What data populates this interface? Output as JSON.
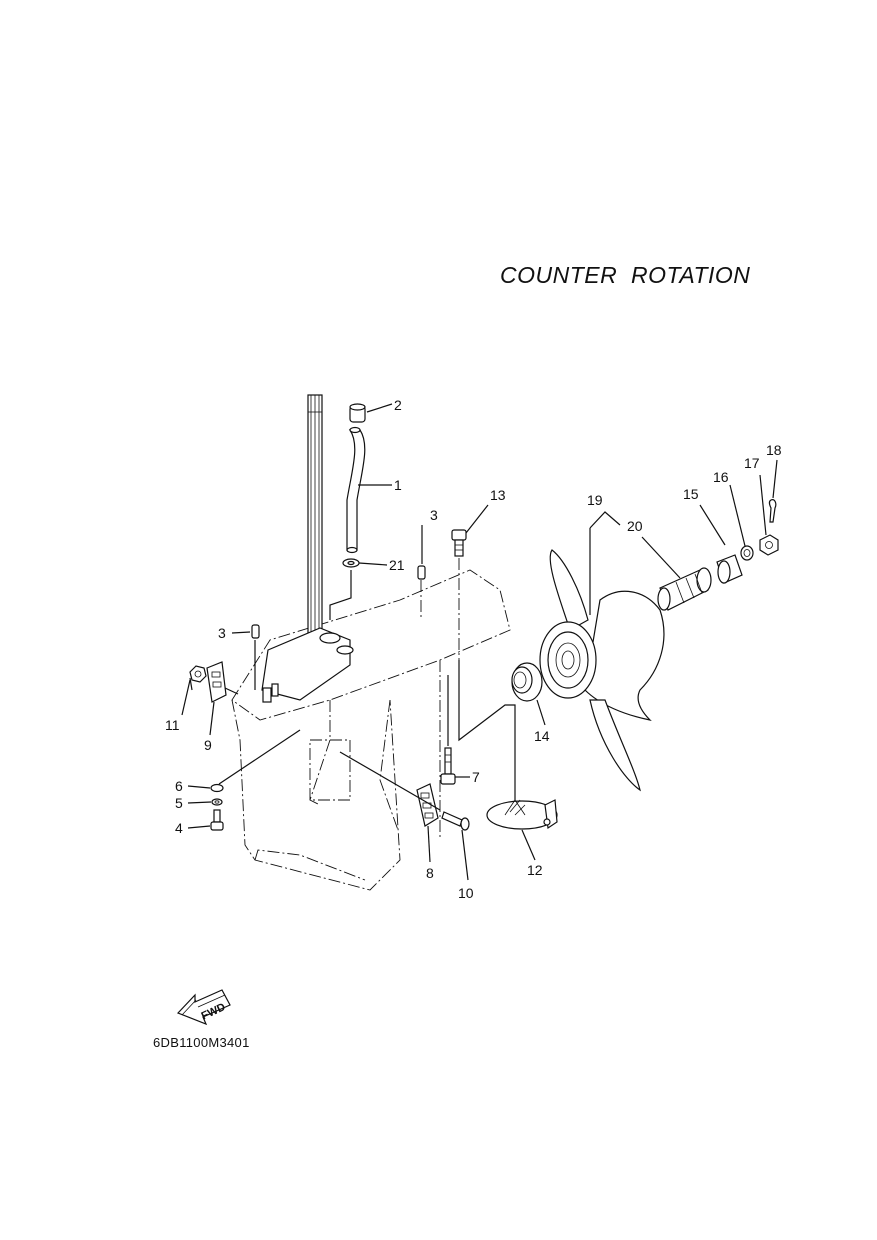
{
  "title": "COUNTER  ROTATION",
  "diagram_code": "6DB1100M3401",
  "fwd_label": "FWD",
  "callouts": {
    "c1": "1",
    "c2": "2",
    "c3a": "3",
    "c3b": "3",
    "c4": "4",
    "c5": "5",
    "c6": "6",
    "c7": "7",
    "c8": "8",
    "c9": "9",
    "c10": "10",
    "c11": "11",
    "c12": "12",
    "c13": "13",
    "c14": "14",
    "c15": "15",
    "c16": "16",
    "c17": "17",
    "c18": "18",
    "c19": "19",
    "c20": "20",
    "c21": "21"
  }
}
